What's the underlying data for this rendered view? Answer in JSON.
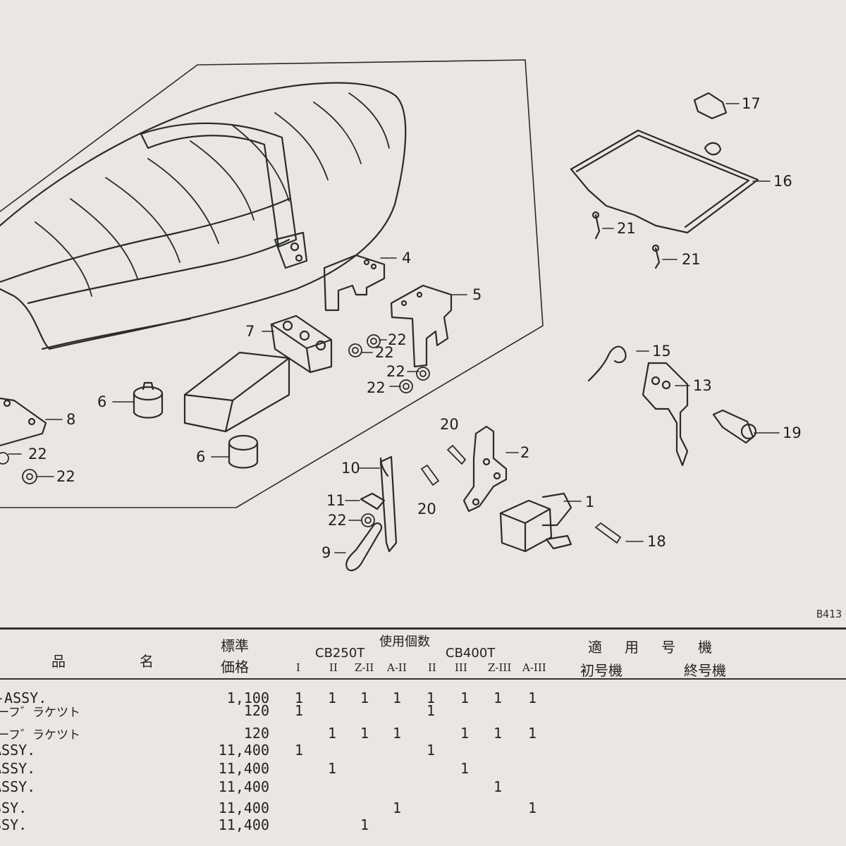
{
  "diagram_code": "B413",
  "callouts": [
    {
      "id": "c1",
      "label": "1"
    },
    {
      "id": "c2",
      "label": "2"
    },
    {
      "id": "c4",
      "label": "4"
    },
    {
      "id": "c5",
      "label": "5"
    },
    {
      "id": "c6a",
      "label": "6"
    },
    {
      "id": "c6b",
      "label": "6"
    },
    {
      "id": "c7",
      "label": "7"
    },
    {
      "id": "c8",
      "label": "8"
    },
    {
      "id": "c9",
      "label": "9"
    },
    {
      "id": "c10",
      "label": "10"
    },
    {
      "id": "c11",
      "label": "11"
    },
    {
      "id": "c13",
      "label": "13"
    },
    {
      "id": "c15",
      "label": "15"
    },
    {
      "id": "c16",
      "label": "16"
    },
    {
      "id": "c17",
      "label": "17"
    },
    {
      "id": "c18",
      "label": "18"
    },
    {
      "id": "c19",
      "label": "19"
    },
    {
      "id": "c20a",
      "label": "20"
    },
    {
      "id": "c20b",
      "label": "20"
    },
    {
      "id": "c21a",
      "label": "21"
    },
    {
      "id": "c21b",
      "label": "21"
    },
    {
      "id": "c22a",
      "label": "22"
    },
    {
      "id": "c22b",
      "label": "22"
    },
    {
      "id": "c22c",
      "label": "22"
    },
    {
      "id": "c22d",
      "label": "22"
    },
    {
      "id": "c22e",
      "label": "22"
    },
    {
      "id": "c22f",
      "label": "22"
    },
    {
      "id": "c22g",
      "label": "22"
    }
  ],
  "table": {
    "col_name_1": "品",
    "col_name_2": "名",
    "col_price_1": "標準",
    "col_price_2": "価格",
    "col_usage": "使用個数",
    "model_cb250t": "CB250T",
    "model_cb400t": "CB400T",
    "variants": [
      "I",
      "II",
      "Z-II",
      "A-II",
      "II",
      "III",
      "Z-III",
      "A-III"
    ],
    "col_applicable": "適　用　号　機",
    "col_first": "初号機",
    "col_last": "終号機",
    "rows": [
      {
        "name": "-ASSY.",
        "price": "1,100",
        "q": [
          "1",
          "1",
          "1",
          "1",
          "1",
          "1",
          "1",
          "1"
        ]
      },
      {
        "name": "ーフ゛ラケツト",
        "price": "120",
        "q": [
          "1",
          "",
          "",
          "",
          "1",
          "",
          "",
          ""
        ]
      },
      {
        "name": "ーフ゛ラケツト",
        "price": "120",
        "q": [
          "",
          "1",
          "1",
          "1",
          "",
          "1",
          "1",
          "1"
        ]
      },
      {
        "name": "ASSY.",
        "price": "11,400",
        "q": [
          "1",
          "",
          "",
          "",
          "1",
          "",
          "",
          ""
        ]
      },
      {
        "name": "ASSY.",
        "price": "11,400",
        "q": [
          "",
          "1",
          "",
          "",
          "",
          "1",
          "",
          ""
        ]
      },
      {
        "name": "ASSY.",
        "price": "11,400",
        "q": [
          "",
          "",
          "",
          "",
          "",
          "",
          "1",
          ""
        ]
      },
      {
        "name": "SSY.",
        "price": "11,400",
        "q": [
          "",
          "",
          "",
          "1",
          "",
          "",
          "",
          "1"
        ]
      },
      {
        "name": "SSY.",
        "price": "11,400",
        "q": [
          "",
          "",
          "1",
          "",
          "",
          "",
          "",
          ""
        ]
      }
    ]
  }
}
